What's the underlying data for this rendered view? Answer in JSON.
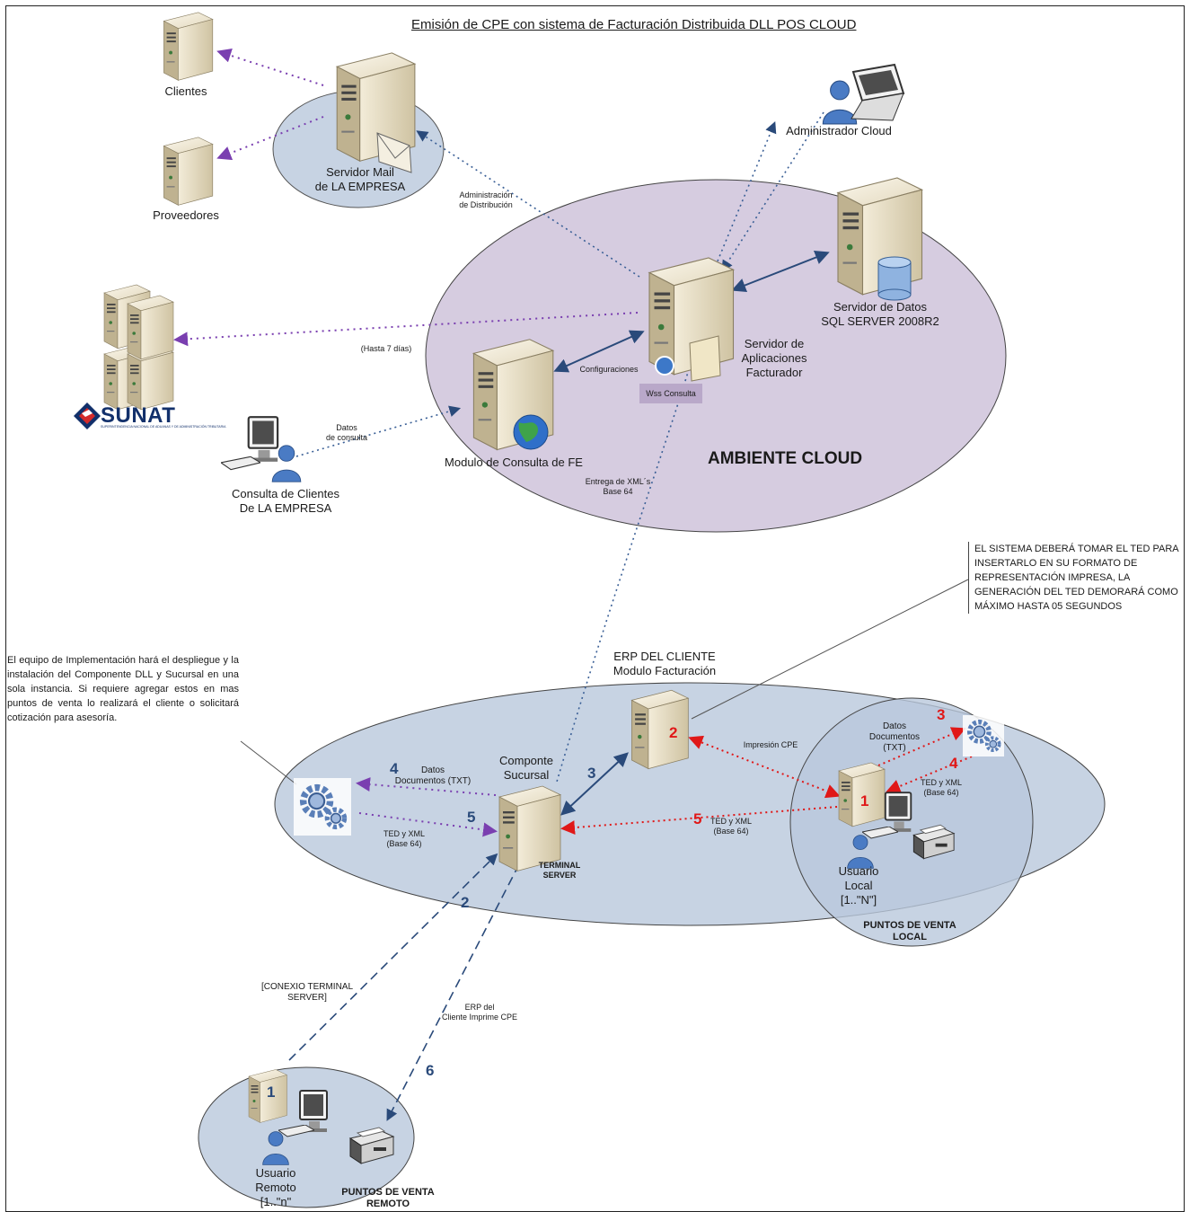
{
  "title": "Emisión de CPE con sistema de Facturación Distribuida DLL POS CLOUD",
  "nodes": {
    "clientes": "Clientes",
    "proveedores": "Proveedores",
    "servidor_mail": "Servidor Mail\nde LA EMPRESA",
    "administrador_cloud": "Administrador Cloud",
    "servidor_datos": "Servidor de Datos\nSQL SERVER 2008R2",
    "servidor_aplicaciones": "Servidor de\nAplicaciones\nFacturador",
    "modulo_consulta": "Modulo de Consulta de FE",
    "sunat": "SUNAT",
    "sunat_subtitle": "SUPERINTENDENCIA NACIONAL DE ADUANAS Y DE ADMINISTRACIÓN TRIBUTARIA",
    "consulta_clientes": "Consulta de Clientes\nDe LA EMPRESA",
    "erp_cliente": "ERP DEL CLIENTE\nModulo Facturación",
    "componente_sucursal": "Componte\nSucursal",
    "terminal_server": "TERMINAL\nSERVER",
    "usuario_local": "Usuario\nLocal\n[1..\"N\"]",
    "puntos_venta_local": "PUNTOS DE VENTA\nLOCAL",
    "usuario_remoto": "Usuario\nRemoto\n[1..\"n\"",
    "puntos_venta_remoto": "PUNTOS DE VENTA\nREMOTO"
  },
  "zones": {
    "ambiente_cloud": "AMBIENTE CLOUD",
    "wss_consulta": "Wss Consulta"
  },
  "edge_labels": {
    "administracion_distribucion": "Administración\nde Distribución",
    "hasta_7_dias": "(Hasta 7 días)",
    "configuraciones": "Configuraciones",
    "datos_consulta": "Datos\nde consulta",
    "entrega_xml": "Entrega de XML´s\nBase 64",
    "impresion_cpe": "Impresión CPE",
    "datos_documentos_local": "Datos\nDocumentos\n(TXT)",
    "ted_xml_local": "TED y XML\n(Base 64)",
    "ted_xml_erp": "TED y XML\n(Base 64)",
    "datos_documentos_suc": "Datos\nDocumentos (TXT)",
    "ted_xml_suc": "TED y XML\n(Base 64)",
    "conexion_ts": "[CONEXIO TERMINAL\nSERVER]",
    "erp_imprime": "ERP del\nCliente Imprime CPE"
  },
  "step_numbers": {
    "erp": "2",
    "local_pc": "1",
    "local_3": "3",
    "local_4": "4",
    "erp_5": "5",
    "suc_3": "3",
    "suc_4": "4",
    "suc_5": "5",
    "remote_2": "2",
    "remote_6": "6",
    "remote_pc": "1"
  },
  "notes": {
    "left": "El equipo de Implementación hará el despliegue y la instalación del Componente DLL y Sucursal en una sola instancia. Si requiere agregar estos en mas puntos de venta lo realizará el cliente o solicitará cotización para asesoría.",
    "right": "EL SISTEMA DEBERÁ TOMAR EL TED PARA INSERTARLO EN SU FORMATO DE REPRESENTACIÓN IMPRESA, LA GENERACIÓN DEL TED DEMORARÁ COMO MÁXIMO HASTA 05 SEGUNDOS"
  },
  "colors": {
    "cloud_fill": "#d6cce0",
    "zone_fill": "#c7d3e3",
    "purple_dots": "#7a3fb0",
    "blue_arrow": "#2a4a7a",
    "red_dots": "#e01818",
    "server_body": "#e6dcc2"
  }
}
